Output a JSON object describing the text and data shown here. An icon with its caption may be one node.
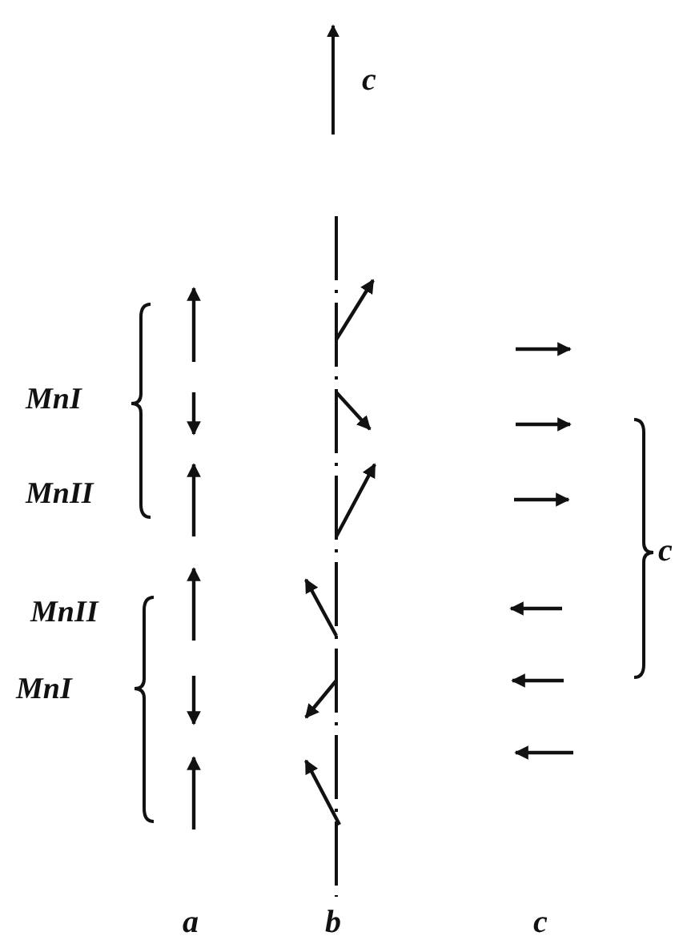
{
  "diagram": {
    "labels": [
      "c",
      "MnI",
      "MnII",
      "c",
      "MnII",
      "MnI",
      "a",
      "b",
      "c"
    ]
  }
}
